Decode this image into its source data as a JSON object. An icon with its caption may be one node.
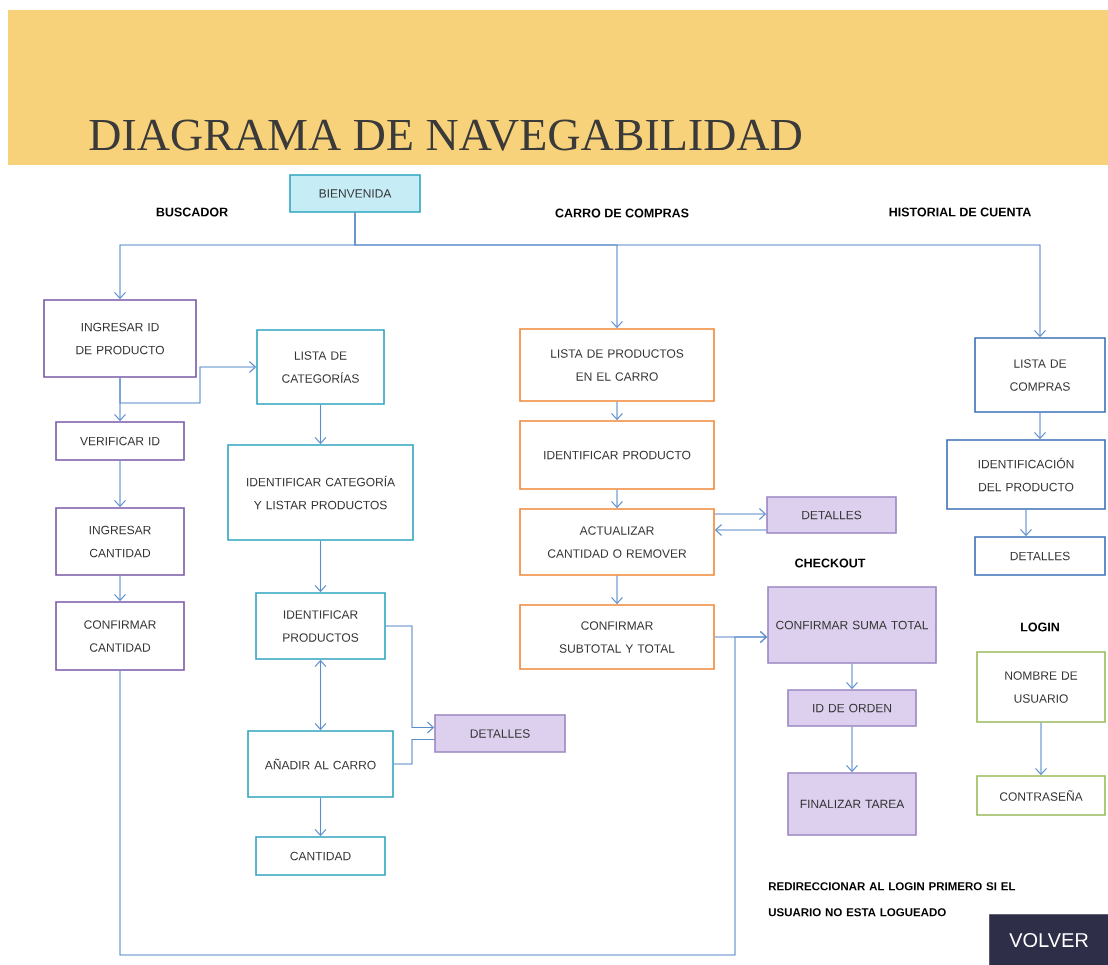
{
  "diagram": {
    "title": "DIAGRAMA DE NAVEGABILIDAD",
    "nodes": [
      {
        "text": [
          "BIENVENIDA"
        ]
      },
      {
        "text": [
          "INGRESAR ID DE PRODUCTO"
        ]
      },
      {
        "text": [
          "VERIFICAR ID"
        ]
      },
      {
        "text": [
          "INGRESAR CANTIDAD"
        ]
      },
      {
        "text": [
          "CONFIRMAR CANTIDAD"
        ]
      },
      {
        "text": [
          "LISTA DE CATEGORÍAS"
        ]
      },
      {
        "text": [
          "IDENTIFICAR CATEGORÍA Y LISTAR PRODUCTOS"
        ]
      },
      {
        "text": [
          "IDENTIFICAR PRODUCTOS"
        ]
      },
      {
        "text": [
          "AÑADIR AL CARRO"
        ]
      },
      {
        "text": [
          "CANTIDAD"
        ]
      },
      {
        "text": [
          "DETALLES"
        ]
      },
      {
        "text": [
          "LISTA DE PRODUCTOS EN EL CARRO"
        ]
      },
      {
        "text": [
          "IDENTIFICAR PRODUCTO"
        ]
      },
      {
        "text": [
          "ACTUALIZAR CANTIDAD O REMOVER"
        ]
      },
      {
        "text": [
          "DETALLES"
        ]
      },
      {
        "text": [
          "CONFIRMAR SUBTOTAL Y TOTAL"
        ]
      },
      {
        "text": [
          "CONFIRMAR SUMA TOTAL"
        ]
      },
      {
        "text": [
          "ID DE ORDEN"
        ]
      },
      {
        "text": [
          "FINALIZAR TAREA"
        ]
      },
      {
        "text": [
          "LISTA DE COMPRAS"
        ]
      },
      {
        "text": [
          "IDENTIFICACIÓN DEL PRODUCTO"
        ]
      },
      {
        "text": [
          "DETALLES"
        ]
      },
      {
        "text": [
          "NOMBRE DE USUARIO"
        ]
      },
      {
        "text": [
          "CONTRASEÑA"
        ]
      },
      {
        "text": [
          "VOLVER"
        ]
      }
    ],
    "edges": [
      {
        "from": 0,
        "to": 1,
        "arrow": "to"
      },
      {
        "from": 0,
        "to": 11,
        "arrow": "to"
      },
      {
        "from": 0,
        "to": 19,
        "arrow": "to"
      },
      {
        "from": 1,
        "to": 2,
        "arrow": "to"
      },
      {
        "from": 1,
        "to": 5,
        "arrow": "to"
      },
      {
        "from": 2,
        "to": 3,
        "arrow": "to"
      },
      {
        "from": 3,
        "to": 4,
        "arrow": "to"
      },
      {
        "from": 5,
        "to": 6,
        "arrow": "to"
      },
      {
        "from": 6,
        "to": 7,
        "arrow": "to"
      },
      {
        "from": 7,
        "to": 8,
        "arrow": "both"
      },
      {
        "from": 7,
        "to": 10,
        "arrow": "to"
      },
      {
        "from": 10,
        "to": 8,
        "arrow": "none"
      },
      {
        "from": 8,
        "to": 9,
        "arrow": "to"
      },
      {
        "from": 11,
        "to": 12,
        "arrow": "to"
      },
      {
        "from": 12,
        "to": 13,
        "arrow": "to"
      },
      {
        "from": 13,
        "to": 14,
        "arrow": "to"
      },
      {
        "from": 14,
        "to": 13,
        "arrow": "to"
      },
      {
        "from": 13,
        "to": 15,
        "arrow": "to"
      },
      {
        "from": 15,
        "to": 16,
        "arrow": "to"
      },
      {
        "from": 16,
        "to": 17,
        "arrow": "to"
      },
      {
        "from": 17,
        "to": 18,
        "arrow": "to"
      },
      {
        "from": 4,
        "to": 16,
        "arrow": "to"
      },
      {
        "from": 19,
        "to": 20,
        "arrow": "to"
      },
      {
        "from": 20,
        "to": 21,
        "arrow": "to"
      },
      {
        "from": 22,
        "to": 23,
        "arrow": "to"
      }
    ],
    "labels": [
      "BUSCADOR",
      "CARRO DE COMPRAS",
      "HISTORIAL DE CUENTA",
      "CHECKOUT",
      "LOGIN",
      "REDIRECCIONAR AL LOGIN PRIMERO SI EL USUARIO NO ESTA LOGUEADO"
    ]
  }
}
